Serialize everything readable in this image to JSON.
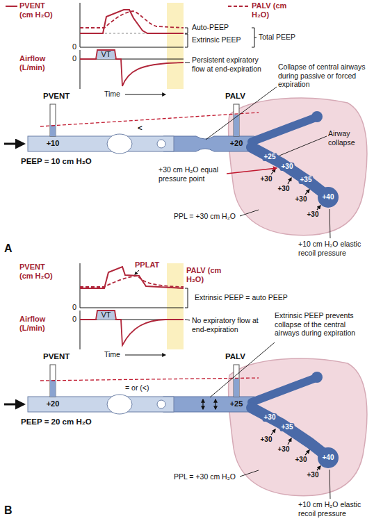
{
  "diagram": {
    "labels": [
      "PVENT (cm H₂O)",
      "PALV (cm H₂O)",
      "Auto-PEEP",
      "Extrinsic PEEP",
      "Total PEEP",
      "0",
      "VT",
      "0",
      "Airflow (L/min)",
      "Persistent expiratory flow at end-expiration",
      "Time",
      "PVENT",
      "PALV",
      "<",
      "+10",
      "+20",
      "PEEP = 10 cm H₂O",
      "Collapse of central airways during passive or forced expiration",
      "Airway collapse",
      "+25",
      "+30",
      "+35",
      "+40",
      "+30",
      "+30",
      "+30",
      "+30",
      "+30 cm H₂O equal pressure point",
      "PPL = +30 cm H₂O",
      "+10 cm H₂O elastic recoil pressure",
      "A",
      "PVENT (cm H₂O)",
      "PPLAT",
      "PALV (cm H₂O)",
      "Extrinsic PEEP = auto PEEP",
      "0",
      "VT",
      "0",
      "Airflow (L/min)",
      "No expiratory flow at end-expiration",
      "Time",
      "PVENT",
      "PALV",
      "= or (<)",
      "+20",
      "+25",
      "PEEP = 20 cm H₂O",
      "Extrinsic PEEP prevents collapse of the central airways during expiration",
      "+30",
      "+35",
      "+40",
      "+30",
      "+30",
      "+30",
      "+30",
      "PPL = +30 cm H₂O",
      "+10 cm H₂O elastic recoil pressure",
      "B"
    ]
  }
}
